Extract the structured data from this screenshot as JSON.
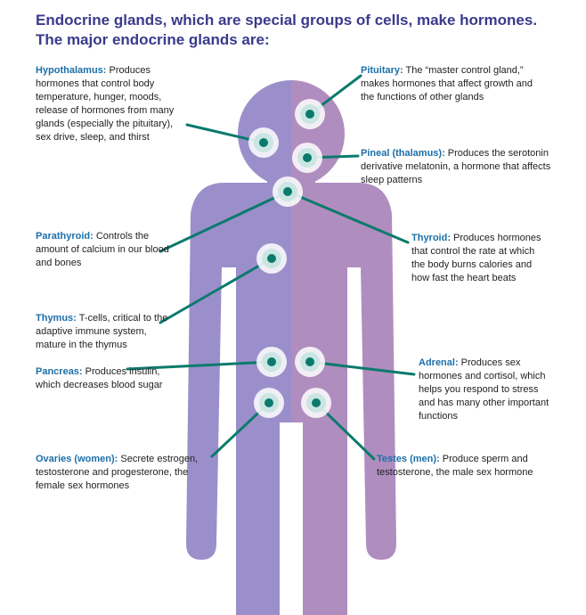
{
  "title": {
    "line1": "Endocrine glands, which are special groups of cells, make hormones.",
    "line2": "The major endocrine glands are:"
  },
  "colors": {
    "title": "#3a3a8c",
    "gland_name": "#1c6fa8",
    "connector": "#0b7a6c",
    "body_left": "#9b8fcb",
    "body_right": "#b08dbf"
  },
  "glands": [
    {
      "id": "hypothalamus",
      "name": "Hypothalamus:",
      "desc": "Produces hormones that control body temperature, hunger, moods, release of hormones from many glands (especially the pituitary), sex drive, sleep, and thirst"
    },
    {
      "id": "pituitary",
      "name": "Pituitary:",
      "desc": "The “master control gland,” makes hormones that affect growth and the functions of other glands"
    },
    {
      "id": "pineal",
      "name": "Pineal (thalamus):",
      "desc": "Produces the serotonin derivative melatonin, a hormone that affects sleep patterns"
    },
    {
      "id": "parathyroid",
      "name": "Parathyroid:",
      "desc": "Controls the amount of calcium in our blood and bones"
    },
    {
      "id": "thyroid",
      "name": "Thyroid:",
      "desc": "Produces hormones that control the rate at which the body burns calories and how fast the heart beats"
    },
    {
      "id": "thymus",
      "name": "Thymus:",
      "desc": "T-cells, critical to the adaptive immune system, mature in the thymus"
    },
    {
      "id": "pancreas",
      "name": "Pancreas:",
      "desc": "Produces insulin, which decreases blood sugar"
    },
    {
      "id": "adrenal",
      "name": "Adrenal:",
      "desc": "Produces sex hormones and cortisol, which helps you respond to stress and has many other important functions"
    },
    {
      "id": "ovaries",
      "name": "Ovaries (women):",
      "desc": "Secrete estrogen, testosterone and progesterone, the female sex hormones"
    },
    {
      "id": "testes",
      "name": "Testes (men):",
      "desc": "Produce sperm and testosterone, the male sex hormone"
    }
  ]
}
